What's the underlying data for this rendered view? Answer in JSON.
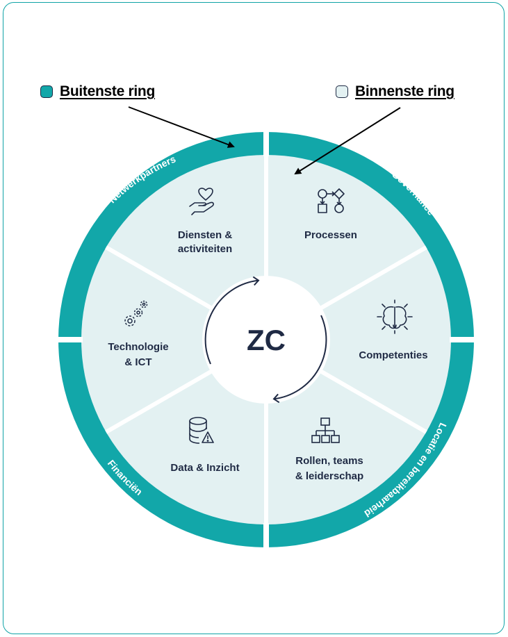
{
  "legend": {
    "outer": {
      "label": "Buitenste ring",
      "color": "#12a7a9"
    },
    "inner": {
      "label": "Binnenste ring",
      "color": "#e3f1f2"
    }
  },
  "center": {
    "label": "ZC",
    "color": "#1f2a44"
  },
  "outer_ring": {
    "color": "#12a7a9",
    "labels": [
      "Netwerkpartners",
      "Governance",
      "Locatie en bereikbaarheid",
      "Financiën"
    ]
  },
  "inner_ring": {
    "color": "#e3f1f2",
    "segments": [
      {
        "icon": "heart-in-hand-icon",
        "lines": [
          "Diensten &",
          "activiteiten"
        ]
      },
      {
        "icon": "process-flow-icon",
        "lines": [
          "Processen"
        ]
      },
      {
        "icon": "brain-icon",
        "lines": [
          "Competenties"
        ]
      },
      {
        "icon": "org-chart-icon",
        "lines": [
          "Rollen, teams",
          "& leiderschap"
        ]
      },
      {
        "icon": "database-warning-icon",
        "lines": [
          "Data & Inzicht"
        ]
      },
      {
        "icon": "gears-icon",
        "lines": [
          "Technologie",
          "& ICT"
        ]
      }
    ]
  }
}
